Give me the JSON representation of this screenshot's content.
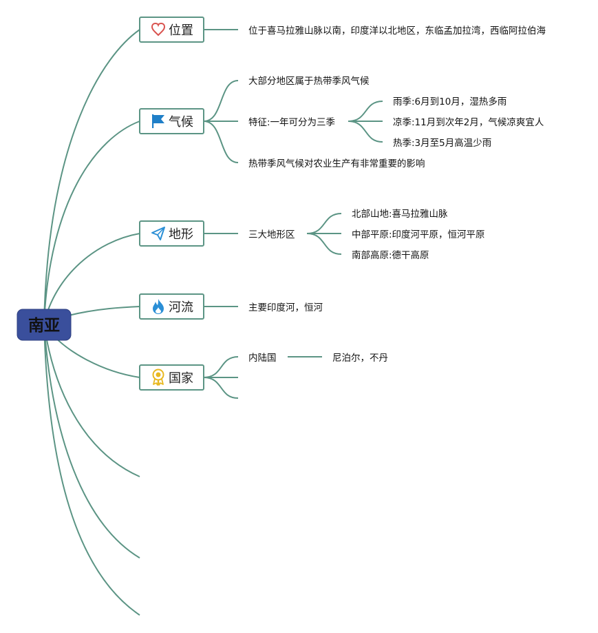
{
  "root": {
    "label": "南亚"
  },
  "topics": {
    "position": {
      "label": "位置",
      "icon": "heart-icon",
      "details": [
        "位于喜马拉雅山脉以南，印度洋以北地区，东临孟加拉湾，西临阿拉伯海"
      ]
    },
    "climate": {
      "label": "气候",
      "icon": "flag-icon",
      "details": [
        "大部分地区属于热带季风气候",
        "特征:一年可分为三季",
        "热带季风气候对农业生产有非常重要的影响"
      ],
      "seasons": [
        "雨季:6月到10月，湿热多雨",
        "凉季:11月到次年2月，气候凉爽宜人",
        "热季:3月至5月高温少雨"
      ]
    },
    "terrain": {
      "label": "地形",
      "icon": "paper-plane-icon",
      "details": [
        "三大地形区"
      ],
      "regions": [
        "北部山地:喜马拉雅山脉",
        "中部平原:印度河平原，恒河平原",
        "南部高原:德干高原"
      ]
    },
    "rivers": {
      "label": "河流",
      "icon": "flame-icon",
      "details": [
        "主要印度河，恒河"
      ]
    },
    "countries": {
      "label": "国家",
      "icon": "award-icon",
      "details": [
        "内陆国"
      ],
      "landlocked": [
        "尼泊尔，不丹"
      ]
    }
  },
  "colors": {
    "link": "#5b9484",
    "root_fill": "#3a4f9c",
    "heart_icon": "#d9534f",
    "flag_icon": "#1f7fc8",
    "plane_icon": "#2b8fd6",
    "flame_icon": "#2b8fd6",
    "award_icon": "#e8b820"
  }
}
